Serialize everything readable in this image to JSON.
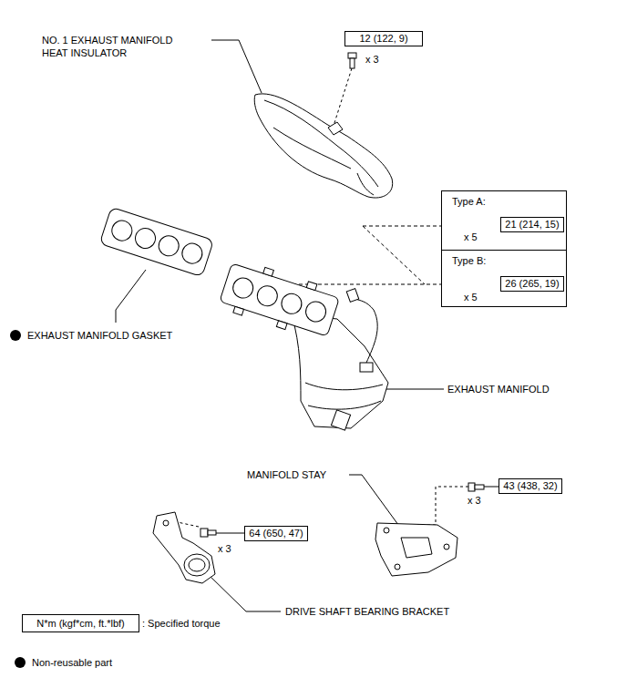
{
  "diagram": {
    "nodes": [
      {
        "text": [
          "12 (122, 9)"
        ]
      },
      {
        "text": [
          "Type A:"
        ]
      },
      {
        "text": [
          "21 (214, 15)"
        ],
        "in": 1
      },
      {
        "text": [
          "Type B:"
        ]
      },
      {
        "text": [
          "26 (265, 19)"
        ],
        "in": 3
      },
      {
        "text": [
          "43 (438, 32)"
        ]
      },
      {
        "text": [
          "64 (650, 47)"
        ]
      },
      {
        "text": [
          "N*m (kgf*cm, ft.*lbf)"
        ]
      }
    ],
    "labels": [
      "NO. 1 EXHAUST MANIFOLD HEAT INSULATOR",
      "x 3",
      "x 5",
      "x 5",
      "EXHAUST MANIFOLD GASKET",
      "EXHAUST MANIFOLD",
      "MANIFOLD STAY",
      "x 3",
      "x 3",
      "DRIVE SHAFT BEARING BRACKET",
      ": Specified torque"
    ],
    "legend": [
      {
        "text": "Non-reusable part",
        "color": "#000000"
      }
    ]
  }
}
